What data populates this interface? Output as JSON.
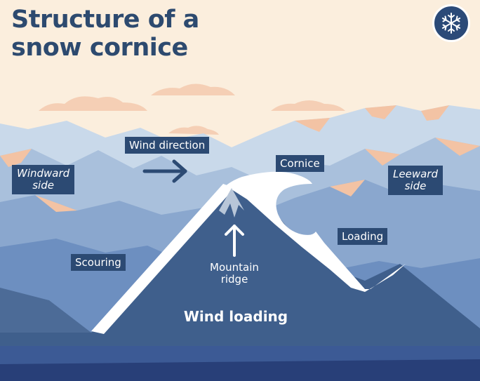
{
  "title": {
    "line1": "Structure of a",
    "line2": "snow cornice"
  },
  "icons": {
    "badge": "snowflake-icon",
    "wind_arrow": "arrow-right-icon",
    "ridge_arrow": "arrow-up-icon"
  },
  "labels": {
    "wind_direction": "Wind direction",
    "cornice": "Cornice",
    "windward_line1": "Windward",
    "windward_line2": "side",
    "leeward_line1": "Leeward",
    "leeward_line2": "side",
    "scouring": "Scouring",
    "loading": "Loading",
    "ridge_line1": "Mountain",
    "ridge_line2": "ridge",
    "wind_loading": "Wind loading"
  },
  "colors": {
    "sky": "#fbeedd",
    "label_box": "#2c4a73",
    "main_mountain": "#3f5f8c",
    "snow": "#ffffff",
    "badge": "#2b4a78"
  }
}
